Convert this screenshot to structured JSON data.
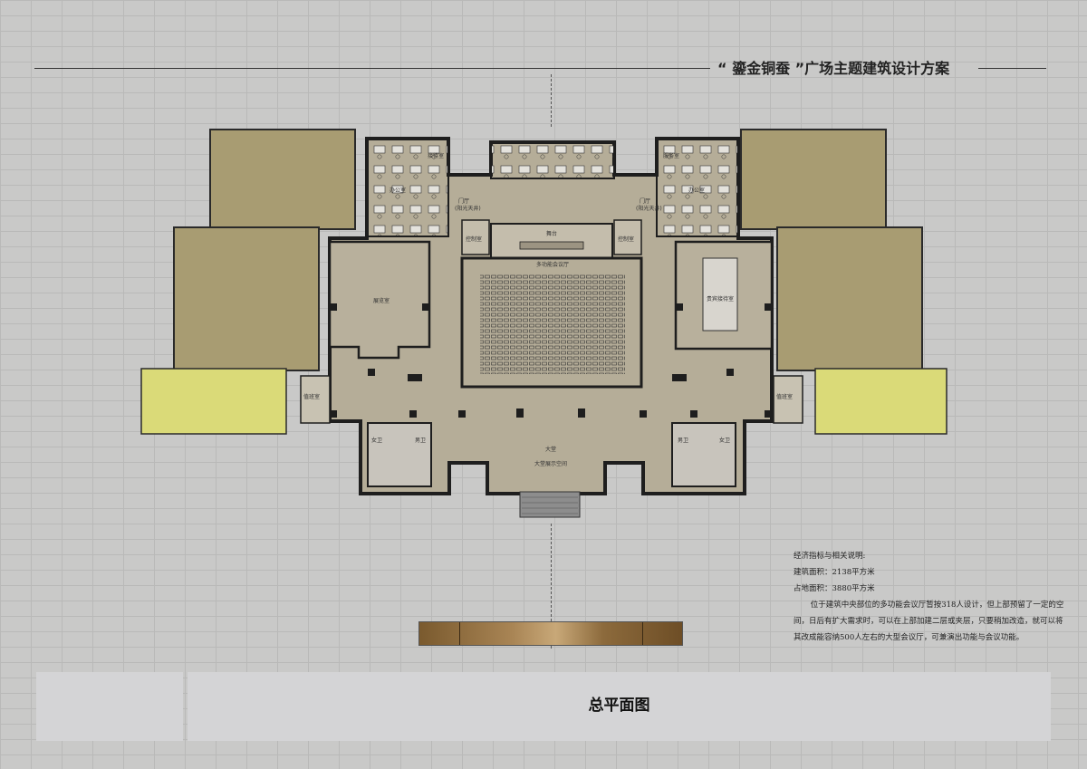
{
  "header": {
    "title": "“ 鎏金铜蚕 ”广场主题建筑设计方案"
  },
  "plan": {
    "rooms": {
      "office_left": "办公室",
      "office_right": "办公室",
      "reception_left": "接待室",
      "service_right": "服务室",
      "lobby_left": "门厅",
      "lobby_left_sub": "(阳光天井)",
      "lobby_right": "门厅",
      "lobby_right_sub": "(阳光天井)",
      "control_left": "控制室",
      "control_right": "控制室",
      "stage": "舞台",
      "hall": "多功能会议厅",
      "exhibition": "展览室",
      "meeting": "贵宾接待室",
      "duty_left": "值班室",
      "duty_right": "值班室",
      "wc_f_left": "女卫",
      "wc_m_left": "男卫",
      "wc_f_right": "女卫",
      "wc_m_right": "男卫",
      "foyer": "大堂",
      "foyer_sub": "大堂展示空间"
    }
  },
  "notes": {
    "heading": "经济指标与相关说明:",
    "building_area": "建筑面积：2138平方米",
    "land_area": "占地面积：3880平方米",
    "description": "位于建筑中央部位的多功能会议厅暂按318人设计，但上部预留了一定的空间，日后有扩大需求时，可以在上部加建二层或夹层，只要稍加改造，就可以将其改成能容纳500人左右的大型会议厅，可兼演出功能与会议功能。"
  },
  "footer": {
    "drawing_title": "总平面图"
  },
  "colors": {
    "ground": "#c9c9c8",
    "wing_block": "#a89c72",
    "green_block": "#dada78",
    "floor": "#b5ad98",
    "wall": "#1e1e1e",
    "footer_band": "#d4d4d6"
  }
}
